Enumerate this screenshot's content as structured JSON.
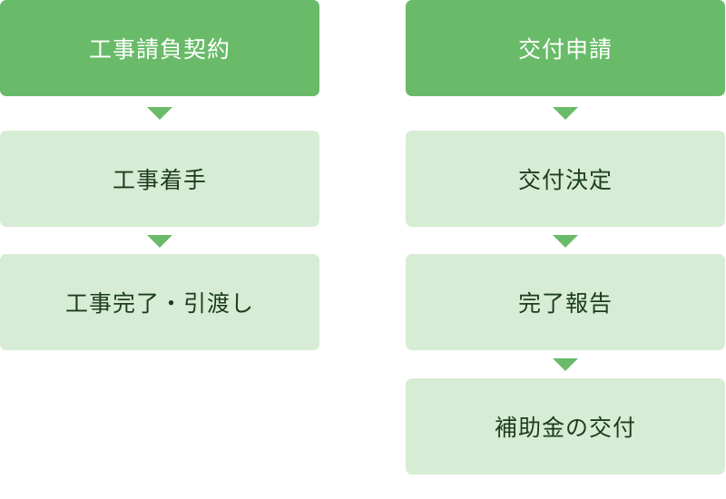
{
  "left_flow": {
    "steps": [
      "工事請負契約",
      "工事着手",
      "工事完了・引渡し"
    ]
  },
  "right_flow": {
    "steps": [
      "交付申請",
      "交付決定",
      "完了報告",
      "補助金の交付"
    ]
  },
  "colors": {
    "primary": "#69bb69",
    "secondary": "#d7ecd5",
    "primary_text": "#ffffff",
    "secondary_text": "#1b3d1b",
    "arrow": "#69bb69"
  }
}
